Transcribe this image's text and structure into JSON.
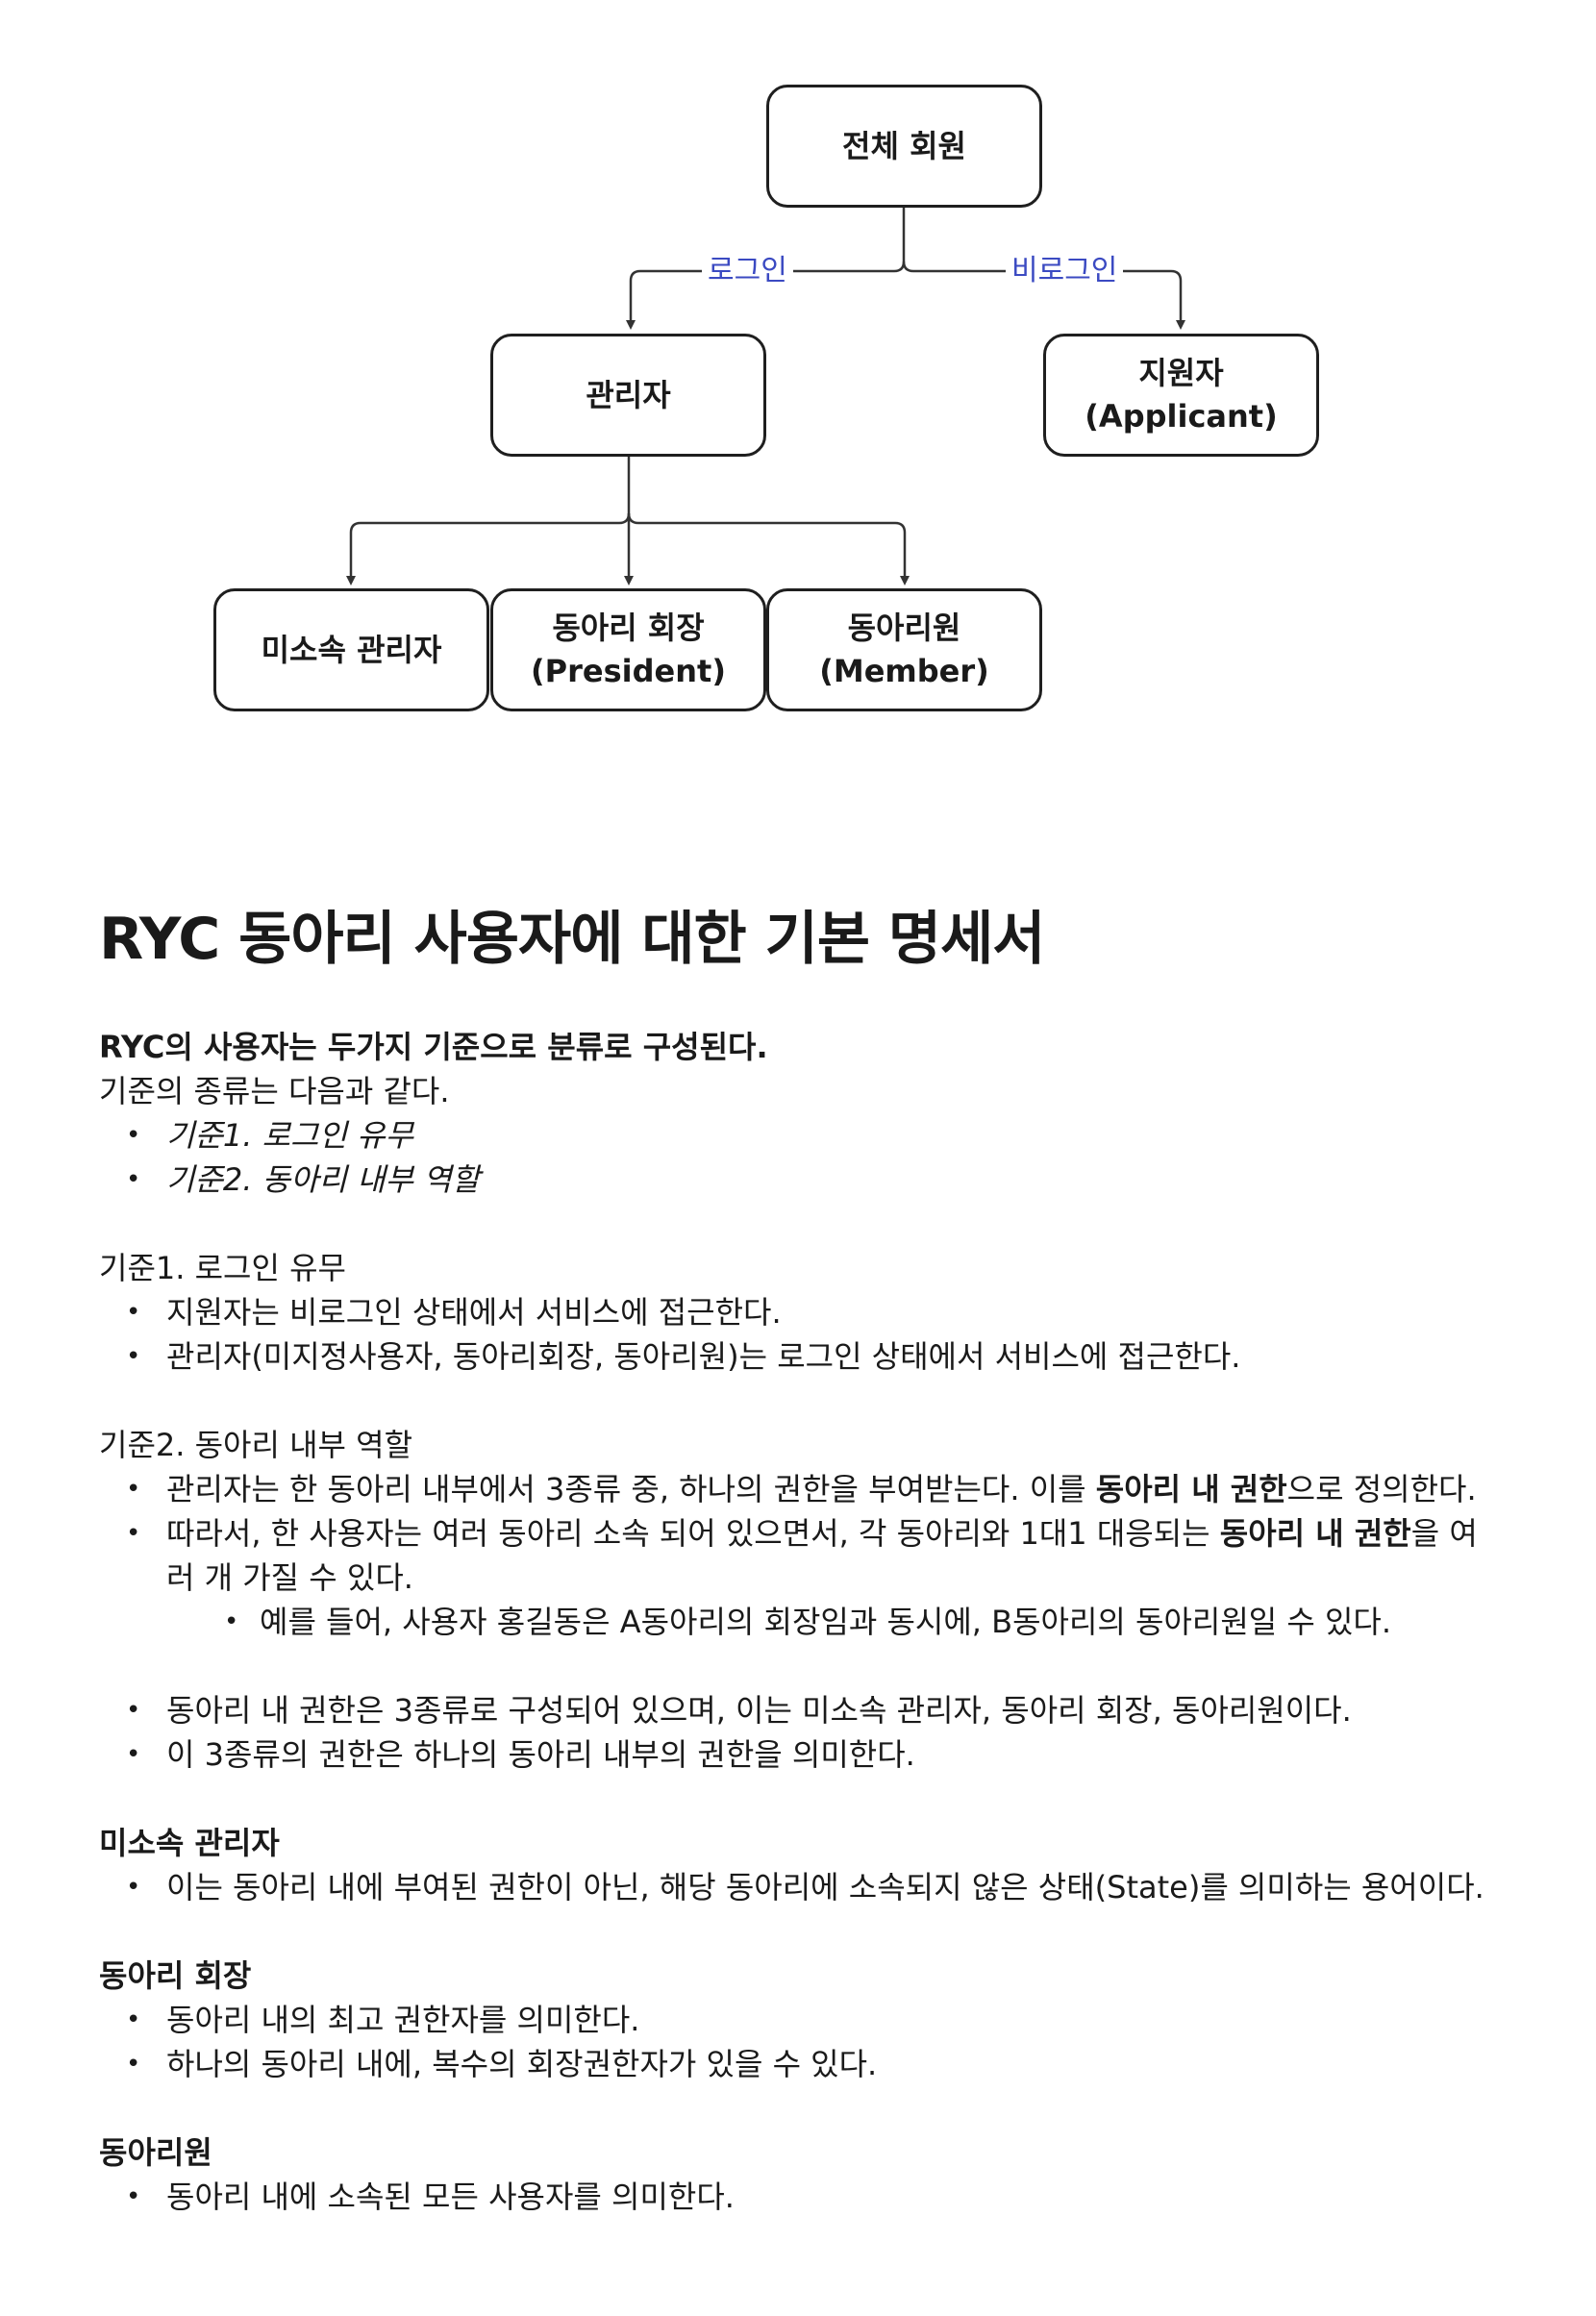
{
  "diagram": {
    "root": "전체 회원",
    "edge_login": "로그인",
    "edge_nonlogin": "비로그인",
    "admin": "관리자",
    "applicant_line1": "지원자",
    "applicant_line2": "(Applicant)",
    "unaffiliated": "미소속 관리자",
    "president_line1": "동아리 회장",
    "president_line2": "(President)",
    "member_line1": "동아리원",
    "member_line2": "(Member)"
  },
  "doc": {
    "title": "RYC 동아리 사용자에 대한 기본 명세서",
    "intro_bold": "RYC의 사용자는 두가지 기준으로 분류로 구성된다.",
    "intro_text": "기준의 종류는 다음과 같다.",
    "criteria_list": [
      "기준1. 로그인 유무",
      "기준2. 동아리 내부 역할"
    ],
    "c1_heading": "기준1. 로그인 유무",
    "c1_items": [
      "지원자는 비로그인 상태에서 서비스에 접근한다.",
      "관리자(미지정사용자, 동아리회장, 동아리원)는 로그인 상태에서 서비스에 접근한다."
    ],
    "c2_heading": "기준2. 동아리 내부 역할",
    "c2_item1": {
      "pre": "관리자는 한 동아리 내부에서 3종류 중, 하나의 권한을 부여받는다. 이를 ",
      "bold": "동아리 내 권한",
      "post": "으로 정의한다."
    },
    "c2_item2": {
      "pre": "따라서, 한 사용자는 여러 동아리 소속 되어 있으면서, 각 동아리와 1대1 대응되는 ",
      "bold": "동아리 내 권한",
      "post": "을 여러 개 가질 수 있다."
    },
    "c2_sub": "예를 들어, 사용자 홍길동은 A동아리의 회장임과 동시에, B동아리의 동아리원일 수 있다.",
    "c2_items_more": [
      "동아리 내 권한은 3종류로 구성되어 있으며, 이는 미소속 관리자, 동아리 회장, 동아리원이다.",
      "이 3종류의 권한은 하나의 동아리 내부의 권한을 의미한다."
    ],
    "unaffiliated_heading": "미소속 관리자",
    "unaffiliated_items": [
      "이는 동아리 내에 부여된 권한이 아닌, 해당 동아리에 소속되지 않은 상태(State)를 의미하는 용어이다."
    ],
    "president_heading": "동아리 회장",
    "president_items": [
      "동아리 내의 최고 권한자를 의미한다.",
      "하나의 동아리 내에, 복수의 회장권한자가 있을 수 있다."
    ],
    "member_heading": "동아리원",
    "member_items": [
      "동아리 내에 소속된 모든 사용자를 의미한다."
    ]
  }
}
